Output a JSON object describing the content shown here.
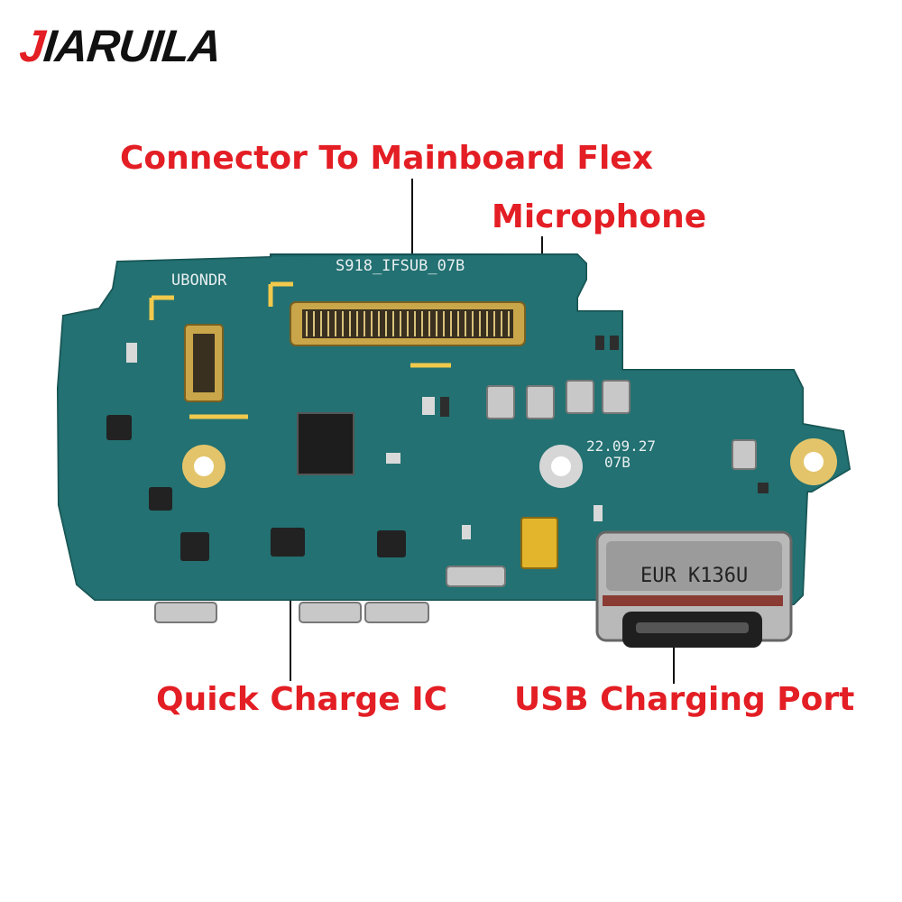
{
  "brand": {
    "first_letter": "J",
    "rest": "IARUILA"
  },
  "labels": {
    "connector": "Connector To Mainboard Flex",
    "microphone": "Microphone",
    "quick_charge": "Quick Charge IC",
    "usb_port": "USB Charging Port"
  },
  "board_silkscreen": {
    "model": "S918_IFSUB_07B",
    "code": "UBONDR",
    "date": "22.09.27",
    "rev": "07B",
    "usb_marking": "EUR K136U"
  },
  "colors": {
    "accent": "#e31e24",
    "pcb": "#1f6b6b"
  }
}
